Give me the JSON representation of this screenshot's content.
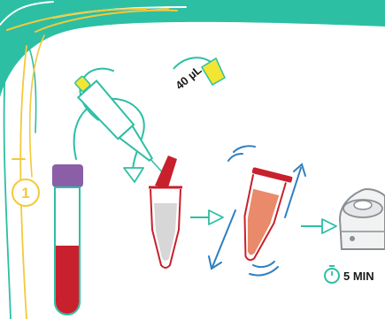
{
  "step": {
    "number": "1"
  },
  "pipette": {
    "volume_label": "40 µL"
  },
  "centrifuge": {
    "duration_label": "5 MIN"
  },
  "colors": {
    "teal": "#2cbfa4",
    "yellow": "#f3c93a",
    "blood_red": "#c8202c",
    "tube_purple": "#8a5fa8",
    "pipette_yellow": "#f2e533",
    "orange_mix": "#e98a6a",
    "blue_arrow": "#2f7fc0",
    "gray": "#8a8f95"
  }
}
